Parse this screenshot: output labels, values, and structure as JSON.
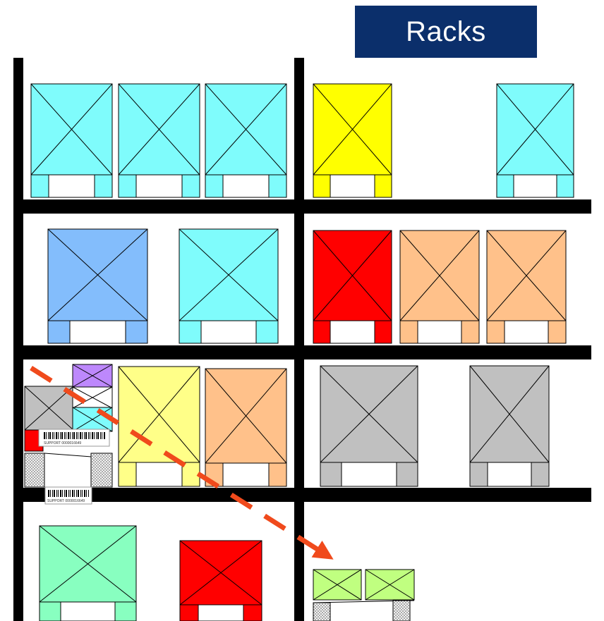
{
  "title": "Racks",
  "colors": {
    "rack_frame": "#000000",
    "title_bg": "#0b2f6b",
    "title_text": "#ffffff",
    "arrow": "#f04a1c",
    "pallet_cyan": "#7ffcfc",
    "pallet_blue": "#83bdfc",
    "pallet_yellow": "#ffff00",
    "pallet_light_yellow": "#ffff88",
    "pallet_red": "#ff0000",
    "pallet_orange": "#ffc18a",
    "pallet_gray": "#c0c0c0",
    "pallet_green": "#88ffc0",
    "pallet_lime": "#c0ff80",
    "pallet_purple": "#bd88fc"
  },
  "barcode_labels": [
    "SUPPORT 0000016649",
    "SUPPORT 0000016649"
  ],
  "arrow_style": "dashed"
}
